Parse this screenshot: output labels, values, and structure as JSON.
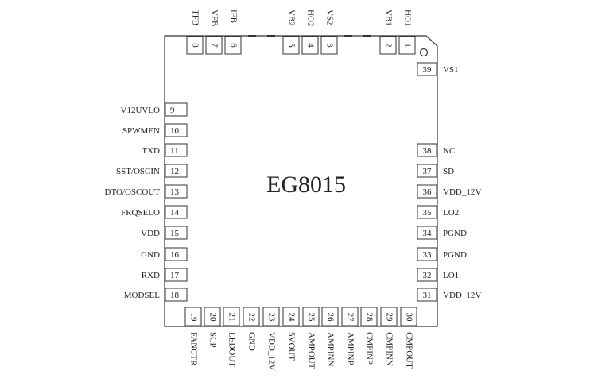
{
  "chip": {
    "name": "EG8015"
  },
  "pins": {
    "top": [
      {
        "num": "8",
        "label": "TFB"
      },
      {
        "num": "7",
        "label": "VFB"
      },
      {
        "num": "6",
        "label": "IFB"
      },
      {
        "num": "5",
        "label": "VB2"
      },
      {
        "num": "4",
        "label": "HO2"
      },
      {
        "num": "3",
        "label": "VS2"
      },
      {
        "num": "2",
        "label": "VB1"
      },
      {
        "num": "1",
        "label": "HO1"
      }
    ],
    "left": [
      {
        "num": "9",
        "label": "V12UVLO"
      },
      {
        "num": "10",
        "label": "SPWMEN"
      },
      {
        "num": "11",
        "label": "TXD"
      },
      {
        "num": "12",
        "label": "SST/OSCIN"
      },
      {
        "num": "13",
        "label": "DTO/OSCOUT"
      },
      {
        "num": "14",
        "label": "FRQSELO"
      },
      {
        "num": "15",
        "label": "VDD"
      },
      {
        "num": "16",
        "label": "GND"
      },
      {
        "num": "17",
        "label": "RXD"
      },
      {
        "num": "18",
        "label": "MODSEL"
      }
    ],
    "right": [
      {
        "num": "39",
        "label": "VS1"
      },
      {
        "num": "38",
        "label": "NC"
      },
      {
        "num": "37",
        "label": "SD"
      },
      {
        "num": "36",
        "label": "VDD_12V"
      },
      {
        "num": "35",
        "label": "LO2"
      },
      {
        "num": "34",
        "label": "PGND"
      },
      {
        "num": "33",
        "label": "PGND"
      },
      {
        "num": "32",
        "label": "LO1"
      },
      {
        "num": "31",
        "label": "VDD_12V"
      }
    ],
    "bottom": [
      {
        "num": "19",
        "label": "FANCTR"
      },
      {
        "num": "20",
        "label": "SCP"
      },
      {
        "num": "21",
        "label": "LEDOUT"
      },
      {
        "num": "22",
        "label": "GND"
      },
      {
        "num": "23",
        "label": "VDD_12V"
      },
      {
        "num": "24",
        "label": "5VOUT"
      },
      {
        "num": "25",
        "label": "AMPOUT"
      },
      {
        "num": "26",
        "label": "AMPINN"
      },
      {
        "num": "27",
        "label": "AMPINP"
      },
      {
        "num": "28",
        "label": "CMPINP"
      },
      {
        "num": "29",
        "label": "CMPINN"
      },
      {
        "num": "30",
        "label": "CMPOUT"
      }
    ]
  },
  "colors": {
    "outline": "#333333",
    "text": "#222222",
    "background": "#ffffff"
  }
}
